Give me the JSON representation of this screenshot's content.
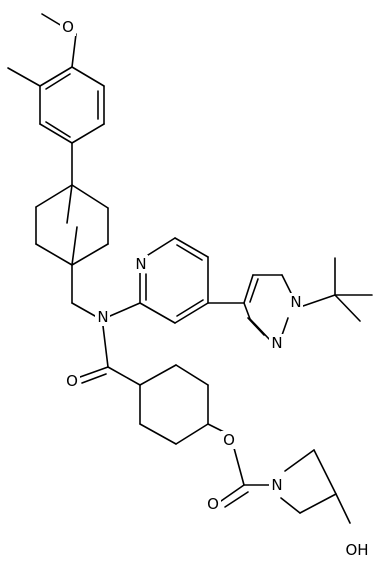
{
  "atom_labels": {
    "methoxy_o": "O",
    "n_amide": "N",
    "n_pyridine": "N",
    "n_pyrazole_1": "N",
    "n_pyrazole_2": "N",
    "o_carbonyl_amide": "O",
    "o_ester": "O",
    "o_carbonyl_carbamate": "O",
    "n_azetidine": "N",
    "oh_group": "OH"
  },
  "colors": {
    "bond": "#000000",
    "background": "#ffffff"
  }
}
